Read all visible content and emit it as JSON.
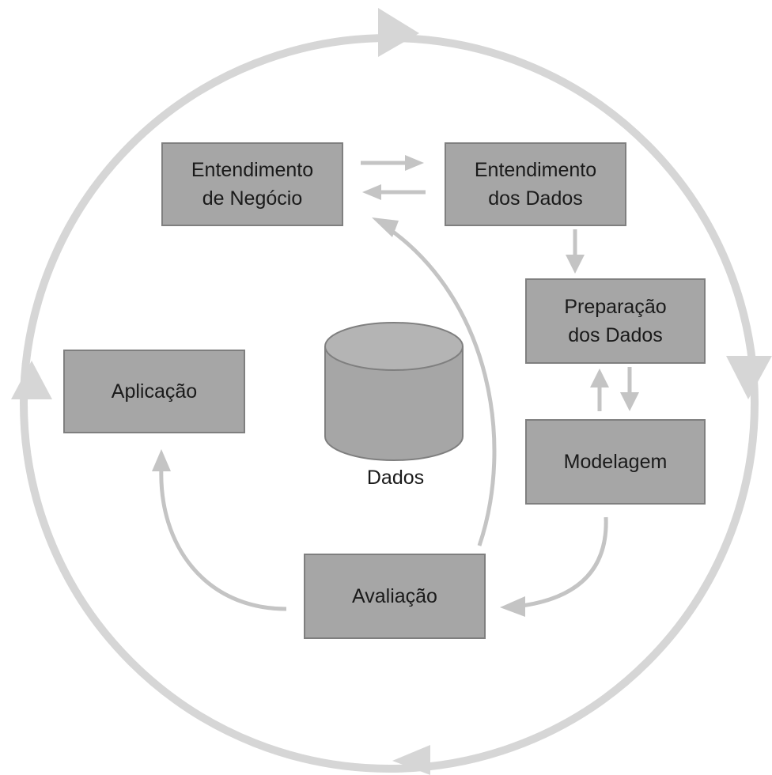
{
  "diagram": {
    "stages": {
      "business_understanding": "Entendimento\nde Negócio",
      "data_understanding": "Entendimento\ndos Dados",
      "data_preparation": "Preparação\ndos Dados",
      "modeling": "Modelagem",
      "evaluation": "Avaliação",
      "deployment": "Aplicação"
    },
    "data_store": "Dados"
  },
  "colors": {
    "box_fill": "#a6a6a6",
    "box_border": "#7f7f7f",
    "arrow": "#c4c4c4",
    "outer_cycle": "#d6d6d6",
    "text": "#1a1a1a"
  }
}
